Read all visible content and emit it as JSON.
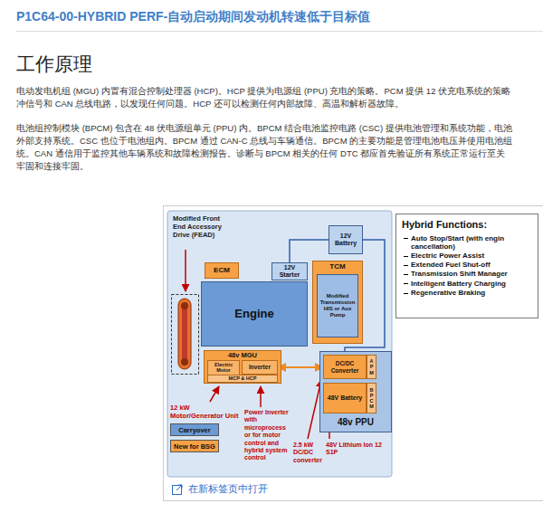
{
  "diagram": {
    "title": "P1C64-00-HYBRID PERF-自动启动期间发动机转速低于目标值",
    "nodes": [
      {
        "text": [
          "12V Battery"
        ]
      },
      {
        "text": [
          "ECM"
        ]
      },
      {
        "text": [
          "12V Starter"
        ]
      },
      {
        "text": [
          "TCM"
        ]
      },
      {
        "text": [
          "Modified Transmission HIS or Aux Pump"
        ],
        "in": 3
      },
      {
        "text": [
          "Engine"
        ]
      },
      {
        "text": [
          "48v MGU"
        ]
      },
      {
        "text": [
          "Electric Motor"
        ],
        "in": 6
      },
      {
        "text": [
          "Inverter"
        ],
        "in": 6
      },
      {
        "text": [
          "MCP & HCP"
        ],
        "in": 6
      },
      {
        "text": [
          "48v PPU"
        ]
      },
      {
        "text": [
          "DC/DC Converter"
        ],
        "in": 10
      },
      {
        "text": [
          "APM"
        ],
        "in": 10
      },
      {
        "text": [
          "48V Battery"
        ],
        "in": 10
      },
      {
        "text": [
          "BPCM"
        ],
        "in": 10
      },
      {
        "text": [
          "Hybrid Functions:",
          "Auto Stop/Start (with engin cancellation)",
          "Electric Power Assist",
          "Extended Fuel Shut-off",
          "Transmission Shift Manager",
          "Intelligent Battery Charging",
          "Regenerative Braking"
        ]
      }
    ],
    "edges": [
      {
        "from": 0,
        "to": 2,
        "arrow": "none"
      },
      {
        "from": 0,
        "to": 11,
        "arrow": "none"
      },
      {
        "from": 8,
        "to": 11,
        "arrow": "both"
      }
    ],
    "labels": [
      "工作原理",
      "电动发电机组 (MGU) 内置有混合控制处理器 (HCP)。HCP 提供为电源组 (PPU) 充电的策略。PCM 提供 12 伏充电系统的策略",
      "冲信号和 CAN 总线电路，以发现任何问题。HCP 还可以检测任何内部故障、高温和解析器故障。",
      "电池组控制模块 (BPCM) 包含在 48 伏电源组单元 (PPU) 内。BPCM 结合电池监控电路 (CSC) 提供电池管理和系统功能，电池",
      "外部支持系统。CSC 也位于电池组内。BPCM 通过 CAN-C 总线与车辆通信。BPCM 的主要功能是管理电池电压并使用电池组",
      "统。CAN 通信用于监控其他车辆系统和故障检测报告。诊断与 BPCM 相关的任何 DTC 都应首先验证所有系统正常运行至关",
      "牢固和连接牢固。",
      "Modified Front End Accessory Drive (FEAD)",
      "12 kW Motor/Generator Unit",
      "Power Inverter with microprocess or for motor control and hybrid system control",
      "2.5 kW DC/DC converter",
      "48V Lithium Ion 12 S1P",
      "在新标签页中打开"
    ],
    "legend": [
      {
        "text": "Carryover",
        "color": "#6b9ad6"
      },
      {
        "text": "New for BSG",
        "color": "#f7a145"
      }
    ]
  }
}
